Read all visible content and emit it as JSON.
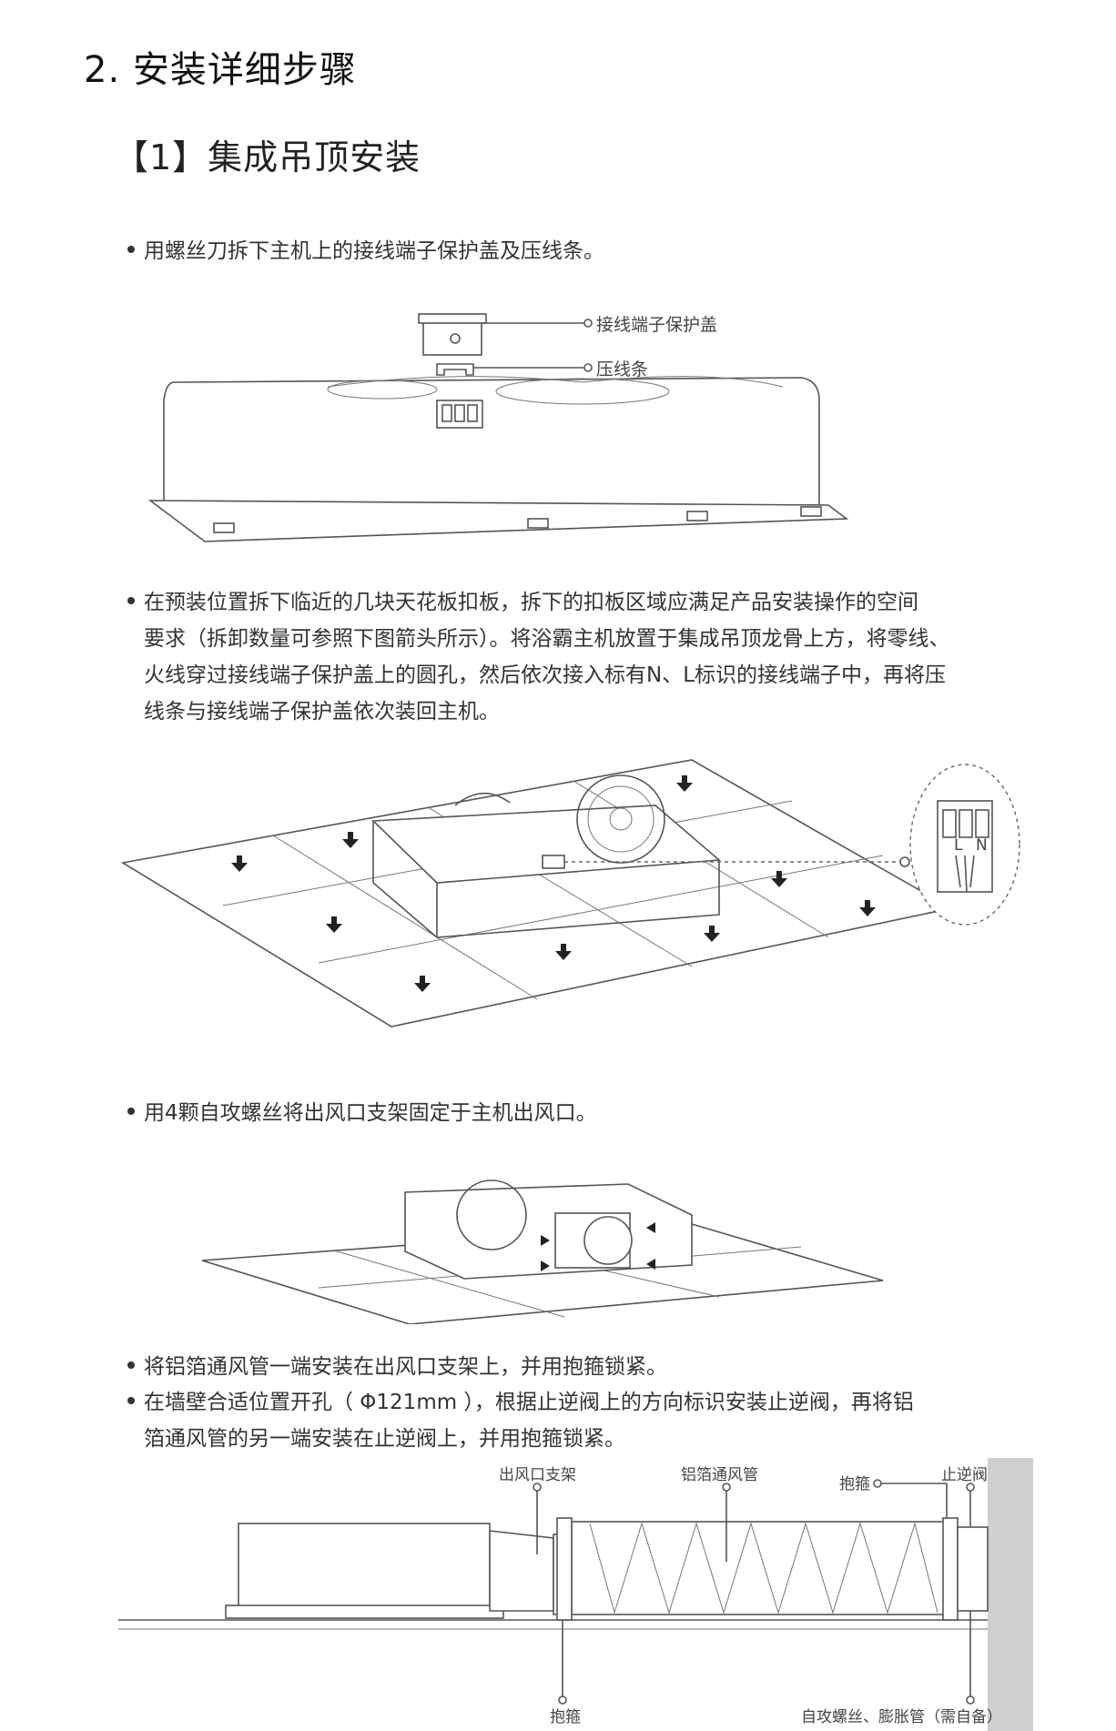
{
  "heading": "2. 安装详细步骤",
  "subheading": "【1】集成吊顶安装",
  "steps": [
    {
      "text": "用螺丝刀拆下主机上的接线端子保护盖及压线条。"
    },
    {
      "line1": "在预装位置拆下临近的几块天花板扣板，拆下的扣板区域应满足产品安装操作的空间",
      "line2": "要求（拆卸数量可参照下图箭头所示）。将浴霸主机放置于集成吊顶龙骨上方，将零线、",
      "line3": "火线穿过接线端子保护盖上的圆孔，然后依次接入标有N、L标识的接线端子中，再将压",
      "line4": "线条与接线端子保护盖依次装回主机。"
    },
    {
      "text": "用4颗自攻螺丝将出风口支架固定于主机出风口。"
    },
    {
      "text": "将铝箔通风管一端安装在出风口支架上，并用抱箍锁紧。"
    },
    {
      "line1": "在墙壁合适位置开孔（ Φ121mm ），根据止逆阀上的方向标识安装止逆阀，再将铝",
      "line2": "箔通风管的另一端安装在止逆阀上，并用抱箍锁紧。"
    }
  ],
  "figure1": {
    "callouts": [
      "接线端子保护盖",
      "压线条"
    ]
  },
  "figure2": {
    "terminal_labels": [
      "L",
      "N"
    ]
  },
  "figure4": {
    "callouts": [
      "出风口支架",
      "铝箔通风管",
      "抱箍",
      "止逆阀",
      "抱箍",
      "自攻螺丝、膨胀管（需自备）"
    ]
  }
}
